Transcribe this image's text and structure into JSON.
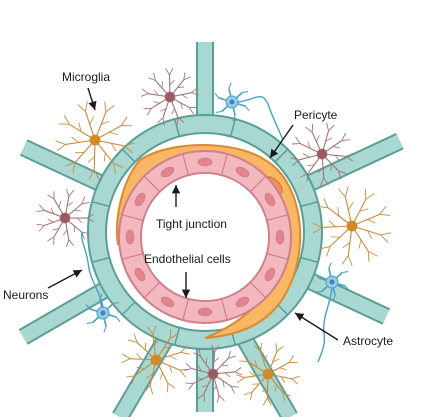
{
  "labels": {
    "microglia": "Microglia",
    "pericyte": "Pericyte",
    "tight_junction": "Tight junction",
    "endothelial_cells": "Endothelial cells",
    "neurons": "Neurons",
    "astrocyte": "Astrocyte"
  },
  "colors": {
    "astrocyte_fill": "#a9d8d2",
    "astrocyte_stroke": "#5b9e96",
    "pericyte_fill": "#f7b765",
    "pericyte_stroke": "#d98b2f",
    "endothelium_fill": "#f3b8bd",
    "endothelium_stroke": "#cf7f8c",
    "nucleus": "#e2838f",
    "microglia_stroke": "#c98a3a",
    "microglia_nucleus": "#d08a2a",
    "pink_glia_stroke": "#a07478",
    "pink_glia_nucleus": "#9a5a62",
    "neuron_fill": "#8fd0e8",
    "neuron_stroke": "#4a9fc4",
    "neuron_nucleus": "#5a78b8"
  }
}
